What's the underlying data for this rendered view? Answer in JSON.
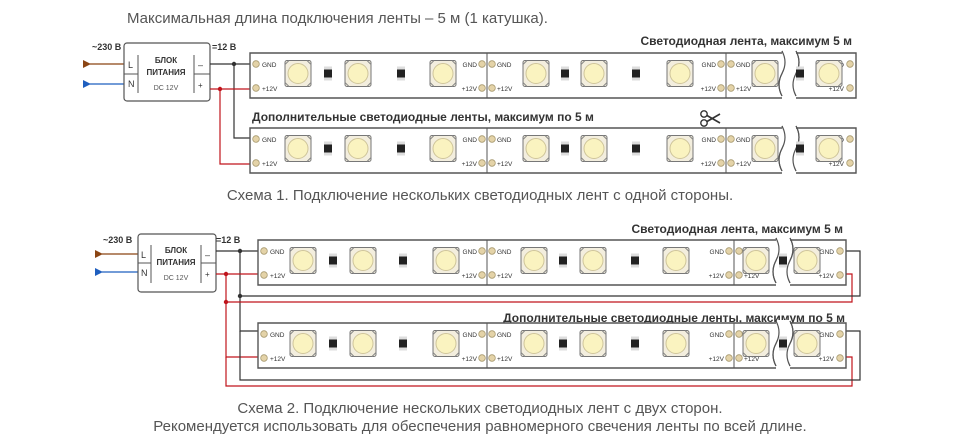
{
  "header": {
    "title": "Максимальная длина подключения ленты – 5 м (1 катушка)."
  },
  "scheme1": {
    "mains_label": "~230 В",
    "psu_title_1": "БЛОК",
    "psu_title_2": "ПИТАНИЯ",
    "psu_sub": "DC 12V",
    "l_label": "L",
    "n_label": "N",
    "minus_label": "–",
    "plus_label": "+",
    "voltage_label": "=12 В",
    "strip1_title": "Светодиодная лента, максимум 5 м",
    "strip2_title": "Дополнительные светодиодные ленты, максимум по 5 м",
    "caption": "Схема 1. Подключение нескольких светодиодных лент с одной стороны."
  },
  "scheme2": {
    "mains_label": "~230 В",
    "psu_title_1": "БЛОК",
    "psu_title_2": "ПИТАНИЯ",
    "psu_sub": "DC 12V",
    "l_label": "L",
    "n_label": "N",
    "minus_label": "–",
    "plus_label": "+",
    "voltage_label": "=12 В",
    "strip1_title": "Светодиодная лента, максимум 5 м",
    "strip2_title": "Дополнительные светодиодные ленты, максимум по 5 м",
    "caption_line1": "Схема 2. Подключение нескольких светодиодных лент с двух сторон.",
    "caption_line2": "Рекомендуется использовать для обеспечения равномерного свечения ленты по всей длине."
  },
  "pad_labels": {
    "gnd": "GND",
    "plus12": "+12V"
  },
  "colors": {
    "wire_minus": "#333333",
    "wire_plus": "#c0141c",
    "wire_L": "#8b4513",
    "wire_N": "#1f5fbf",
    "pad": "#e4d3a8",
    "led_outer": "#f3eede",
    "led_inner": "#faf3c0",
    "text": "#333333",
    "caption": "#555555"
  },
  "icons": {
    "cut": "scissors-icon"
  }
}
